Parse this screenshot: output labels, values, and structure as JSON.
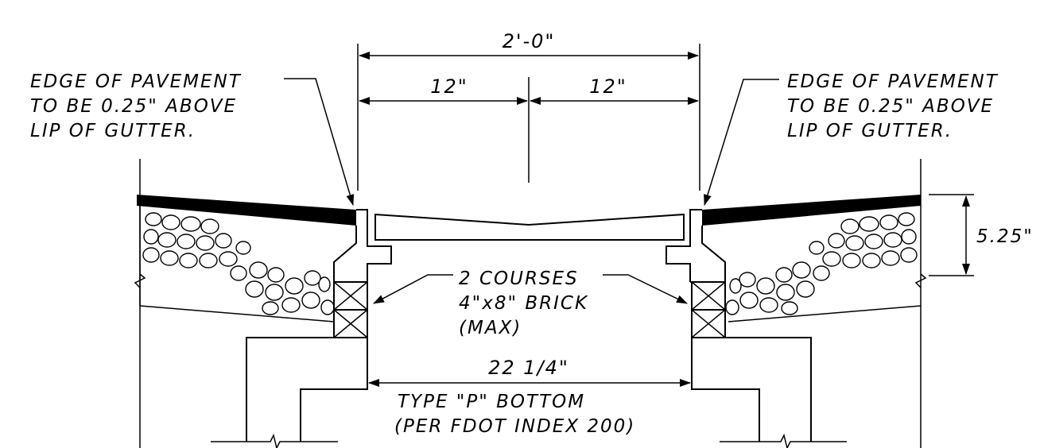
{
  "dimensions": {
    "overall_width": "2'-0\"",
    "left_half": "12\"",
    "right_half": "12\"",
    "height": "5.25\"",
    "bottom_width": "22 1/4\""
  },
  "notes": {
    "left_edge": [
      "EDGE OF PAVEMENT",
      "TO BE 0.25\" ABOVE",
      "LIP OF GUTTER."
    ],
    "right_edge": [
      "EDGE OF PAVEMENT",
      "TO BE 0.25\" ABOVE",
      "LIP OF GUTTER."
    ],
    "brick": [
      "2 COURSES",
      "4\"x8\" BRICK",
      "(MAX)"
    ],
    "bottom": [
      "TYPE \"P\" BOTTOM",
      "(PER FDOT INDEX 200)"
    ]
  },
  "colors": {
    "line": "#000000",
    "background": "#ffffff"
  }
}
